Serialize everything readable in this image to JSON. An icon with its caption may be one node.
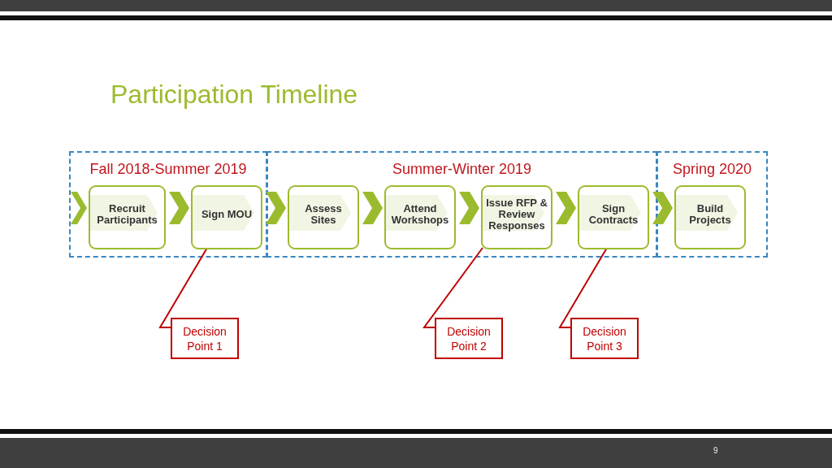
{
  "diagram": {
    "title": "Participation Timeline",
    "nodes": [
      {
        "text": [
          "Fall 2018-Summer 2019"
        ]
      },
      {
        "text": [
          "Recruit Participants"
        ],
        "in": 0
      },
      {
        "text": [
          "Sign MOU"
        ],
        "in": 0
      },
      {
        "text": [
          "Summer-Winter 2019"
        ]
      },
      {
        "text": [
          "Assess Sites"
        ],
        "in": 3
      },
      {
        "text": [
          "Attend Workshops"
        ],
        "in": 3
      },
      {
        "text": [
          "Issue RFP & Review Responses"
        ],
        "in": 3
      },
      {
        "text": [
          "Sign Contracts"
        ],
        "in": 3
      },
      {
        "text": [
          "Spring 2020"
        ]
      },
      {
        "text": [
          "Build Projects"
        ],
        "in": 8
      },
      {
        "text": [
          "Decision Point 1"
        ]
      },
      {
        "text": [
          "Decision Point 2"
        ]
      },
      {
        "text": [
          "Decision Point 3"
        ]
      }
    ],
    "edges": [
      {
        "from": null,
        "to": 1,
        "arrow": "to",
        "style": "thick"
      },
      {
        "from": 1,
        "to": 2,
        "arrow": "to",
        "style": "thick"
      },
      {
        "from": 2,
        "to": 4,
        "arrow": "to",
        "style": "thick"
      },
      {
        "from": 4,
        "to": 5,
        "arrow": "to",
        "style": "thick"
      },
      {
        "from": 5,
        "to": 6,
        "arrow": "to",
        "style": "thick"
      },
      {
        "from": 6,
        "to": 7,
        "arrow": "to",
        "style": "thick"
      },
      {
        "from": 7,
        "to": 9,
        "arrow": "to",
        "style": "thick"
      },
      {
        "from": 10,
        "to": 2,
        "arrow": "none",
        "color": "#c00000"
      },
      {
        "from": 11,
        "to": 6,
        "arrow": "none",
        "color": "#c00000"
      },
      {
        "from": 12,
        "to": 7,
        "arrow": "none",
        "color": "#c00000"
      }
    ],
    "labels": [
      "9"
    ]
  }
}
